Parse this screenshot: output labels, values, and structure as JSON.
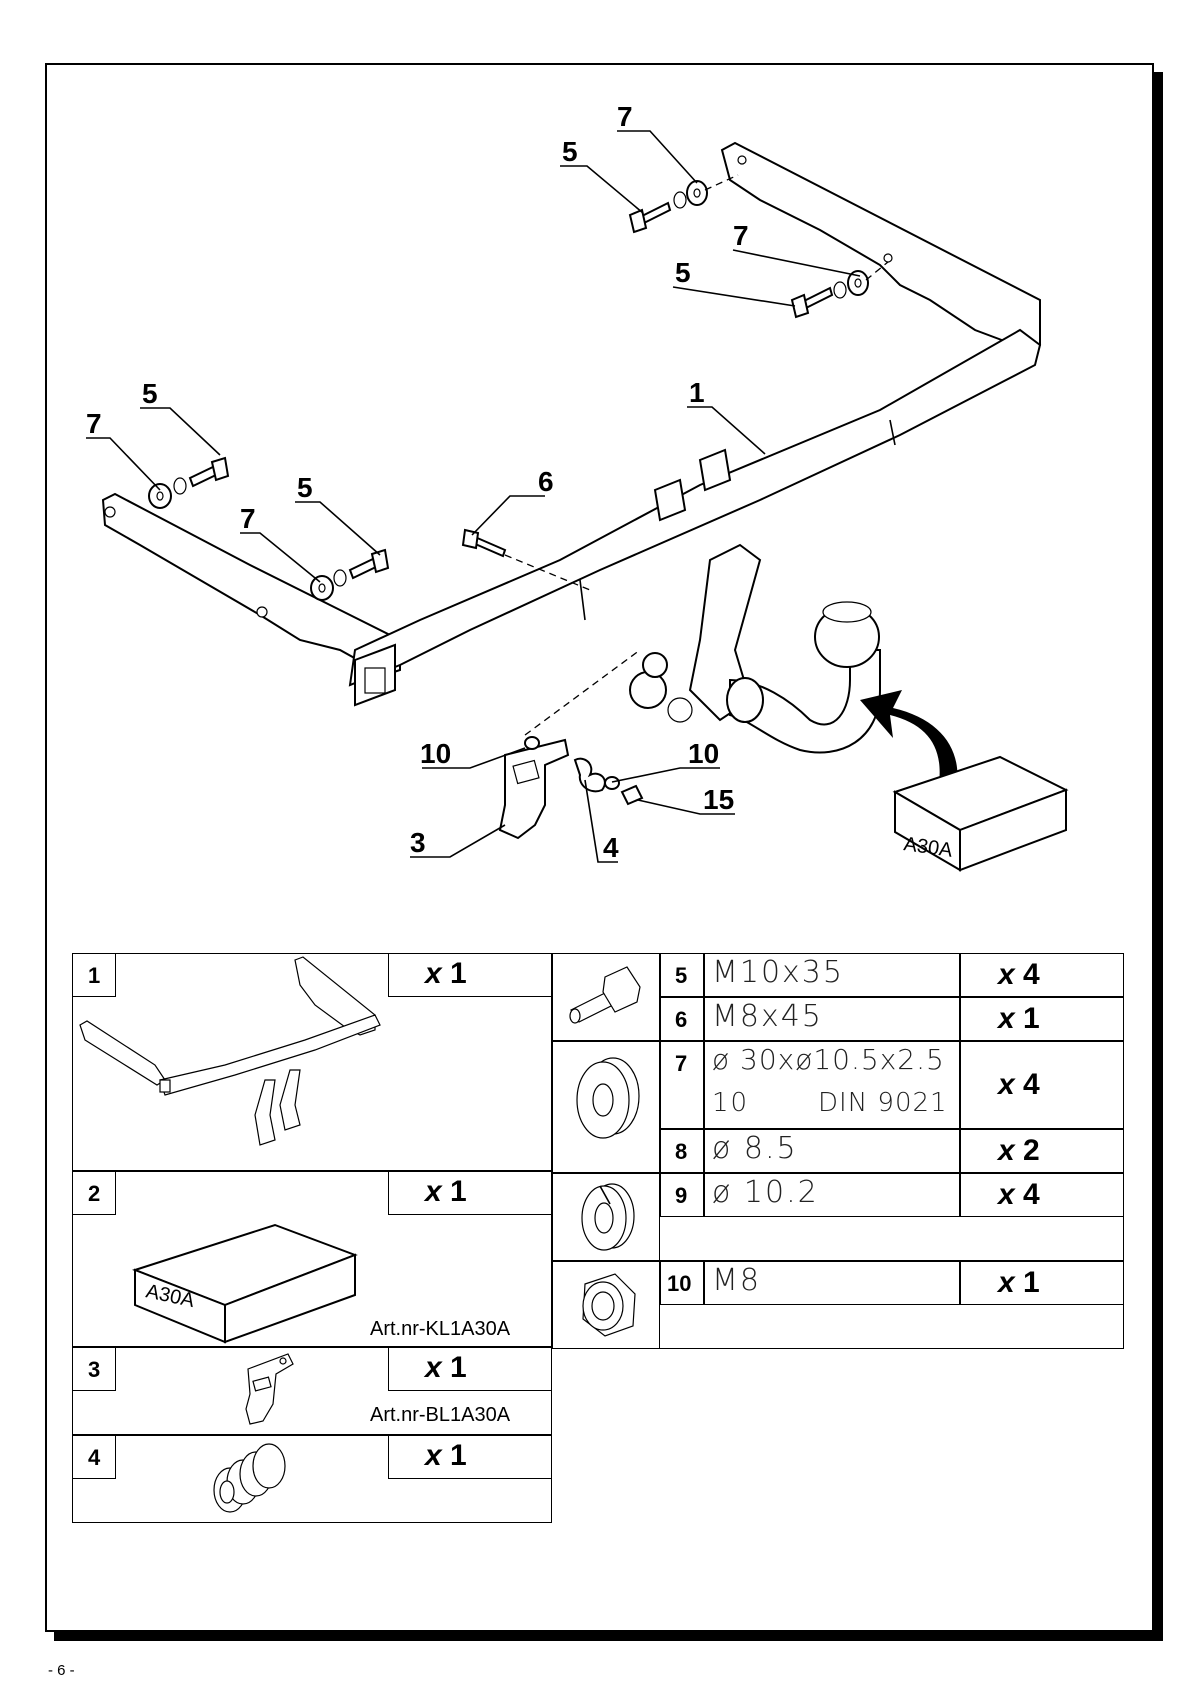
{
  "callouts": {
    "c7a": "7",
    "c5a": "5",
    "c7b": "7",
    "c5b": "5",
    "c1": "1",
    "c5c": "5",
    "c7c": "7",
    "c5d": "5",
    "c7d": "7",
    "c6": "6",
    "c10a": "10",
    "c10b": "10",
    "c15": "15",
    "c3": "3",
    "c4": "4"
  },
  "kit_box_label": "A30A",
  "parts": {
    "p1": {
      "num": "1",
      "qty_x": "x",
      "qty_n": "1"
    },
    "p2": {
      "num": "2",
      "qty_x": "x",
      "qty_n": "1",
      "box_label": "A30A",
      "art": "Art.nr-KL1A30A"
    },
    "p3": {
      "num": "3",
      "qty_x": "x",
      "qty_n": "1",
      "art": "Art.nr-BL1A30A"
    },
    "p4": {
      "num": "4",
      "qty_x": "x",
      "qty_n": "1"
    },
    "p5": {
      "num": "5",
      "spec": "M10x35",
      "qty_x": "x",
      "qty_n": "4"
    },
    "p6": {
      "num": "6",
      "spec": "M8x45",
      "qty_x": "x",
      "qty_n": "1"
    },
    "p7": {
      "num": "7",
      "spec1": "ø 30xø10.5x2.5",
      "spec2a": "10",
      "spec2b": "DIN  9021",
      "qty_x": "x",
      "qty_n": "4"
    },
    "p8": {
      "num": "8",
      "spec": "ø 8.5",
      "qty_x": "x",
      "qty_n": "2"
    },
    "p9": {
      "num": "9",
      "spec": "ø 10.2",
      "qty_x": "x",
      "qty_n": "4"
    },
    "p10": {
      "num": "10",
      "spec": "M8",
      "qty_x": "x",
      "qty_n": "1"
    }
  },
  "footer": "- 6 -"
}
